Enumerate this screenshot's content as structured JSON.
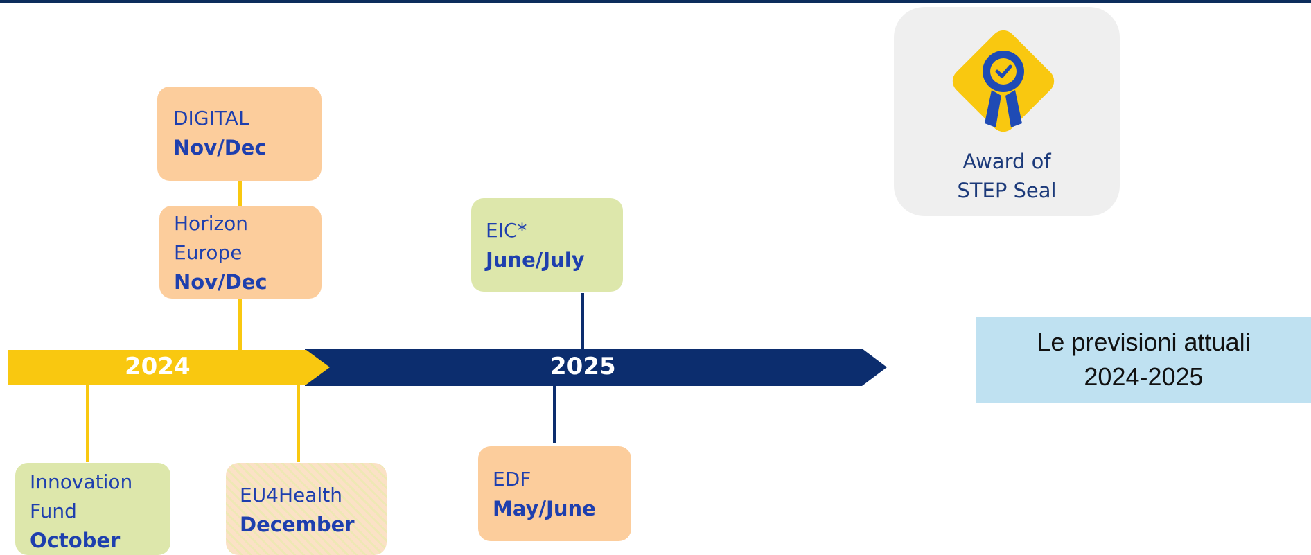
{
  "timeline": {
    "year_2024": "2024",
    "year_2025": "2025",
    "events": {
      "digital": {
        "label": "DIGITAL",
        "date": "Nov/Dec"
      },
      "horizon": {
        "label": "Horizon\nEurope",
        "date": "Nov/Dec"
      },
      "eic": {
        "label": "EIC*",
        "date": "June/July"
      },
      "innovation": {
        "label": "Innovation\nFund",
        "date": "October"
      },
      "eu4health": {
        "label": "EU4Health",
        "date": "December"
      },
      "edf": {
        "label": "EDF",
        "date": "May/June"
      }
    }
  },
  "seal": {
    "text": "Award of\nSTEP Seal",
    "icon": "award-ribbon-icon"
  },
  "forecast": {
    "line1": "Le previsioni attuali",
    "line2": "2024-2025"
  },
  "colors": {
    "navy": "#0c2d6e",
    "yellow": "#f9c810",
    "orange_box": "#fccd9c",
    "green_box": "#dde7ab",
    "text_blue": "#1e3fae",
    "forecast_bg": "#bfe1f1"
  }
}
